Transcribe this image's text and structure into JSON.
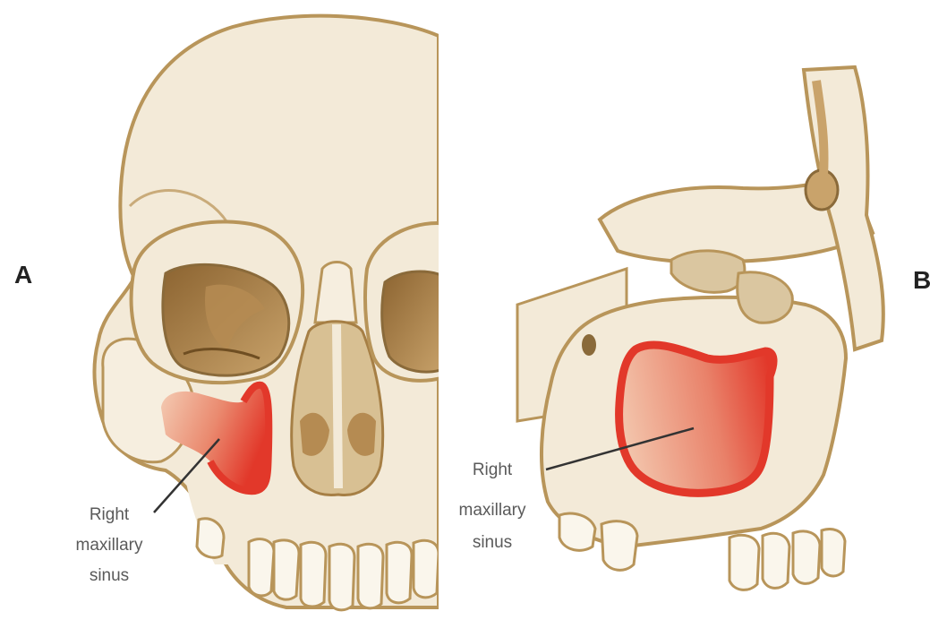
{
  "panels": [
    {
      "letter": "A",
      "label_lines": [
        "Right",
        "maxillary",
        "sinus"
      ]
    },
    {
      "letter": "B",
      "label_lines": [
        "Right",
        "maxillary",
        "sinus"
      ]
    }
  ],
  "colors": {
    "bone_fill": "#f3ead8",
    "bone_stroke": "#b8955a",
    "orbit_shadow": "#a67f45",
    "orbit_mid": "#c7a06a",
    "sinus_red": "#e2382a",
    "sinus_light": "#f4cdb5",
    "leader_line": "#333333",
    "label_text": "#5a5a5a"
  }
}
